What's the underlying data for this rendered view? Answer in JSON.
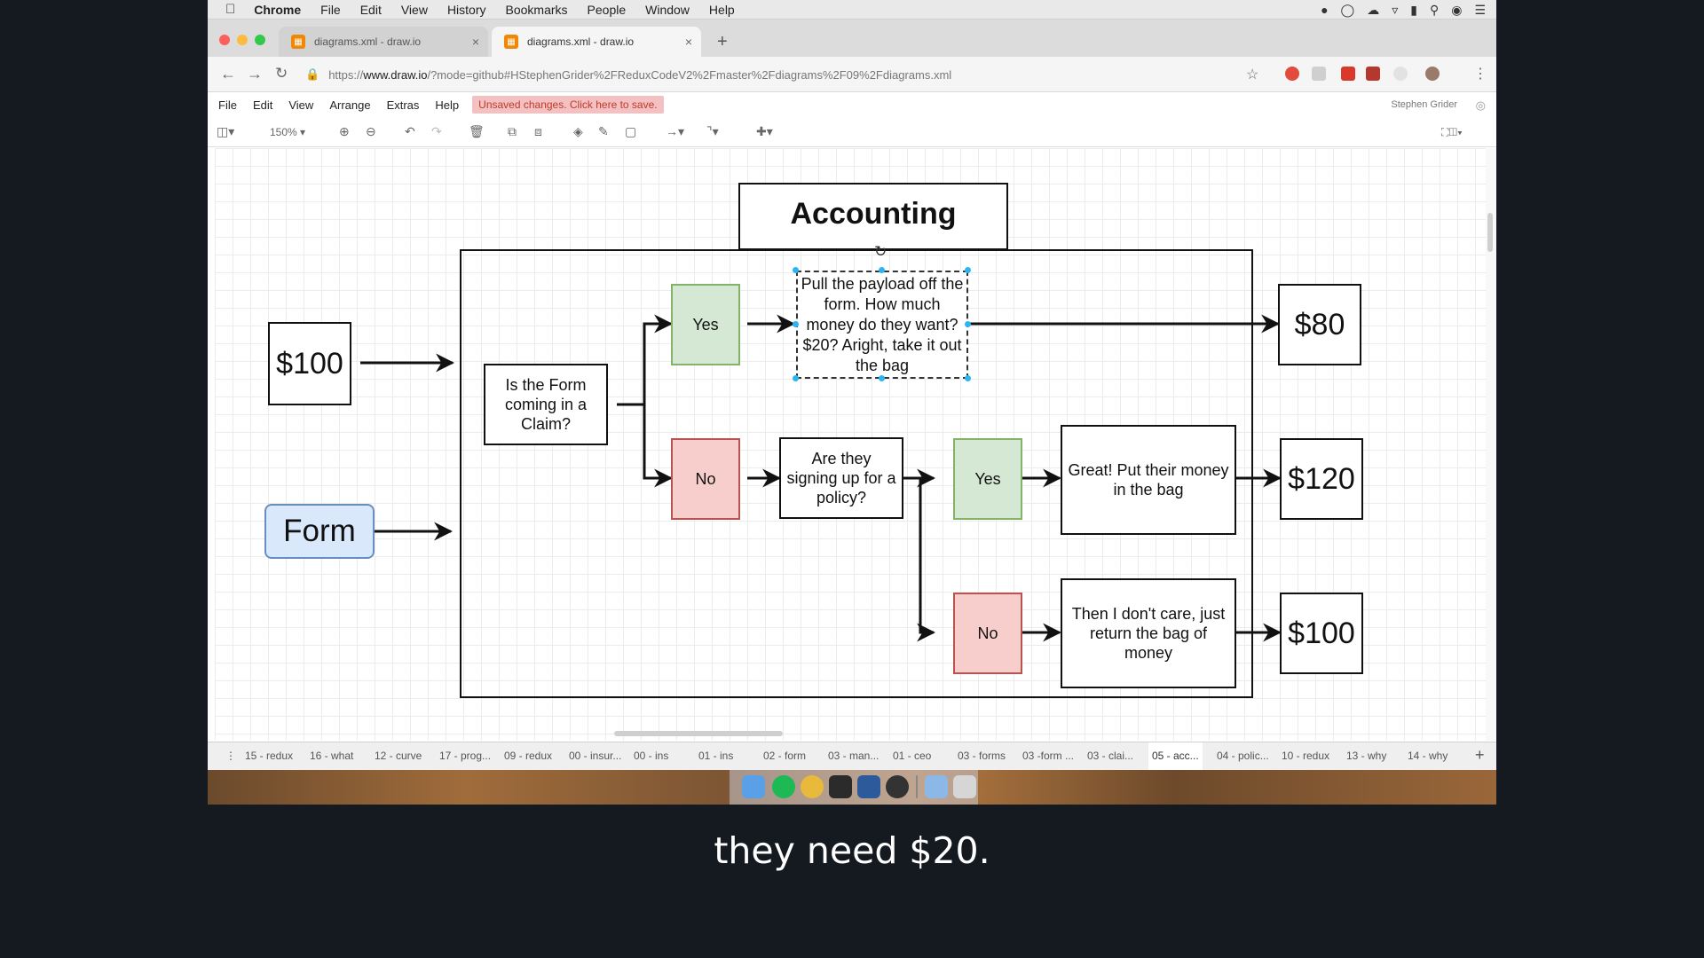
{
  "mac_menu": {
    "app": "Chrome",
    "items": [
      "File",
      "Edit",
      "View",
      "History",
      "Bookmarks",
      "People",
      "Window",
      "Help"
    ]
  },
  "browser": {
    "tabs": [
      {
        "title": "diagrams.xml - draw.io"
      },
      {
        "title": "diagrams.xml - draw.io"
      }
    ],
    "url_scheme": "https://",
    "url_host": "www.draw.io",
    "url_path": "/?mode=github#HStephenGrider%2FReduxCodeV2%2Fmaster%2Fdiagrams%2F09%2Fdiagrams.xml"
  },
  "drawio": {
    "menu": [
      "File",
      "Edit",
      "View",
      "Arrange",
      "Extras",
      "Help"
    ],
    "unsaved_notice": "Unsaved changes. Click here to save.",
    "user": "Stephen Grider",
    "zoom": "150%"
  },
  "diagram": {
    "title": "Accounting",
    "input_money": "$100",
    "input_form": "Form",
    "question_claim": "Is the Form coming in a Claim?",
    "yes1": "Yes",
    "no1": "No",
    "payload_text": "Pull the payload off the form.  How much money do they want? $20? Aright, take it out the bag",
    "out_80": "$80",
    "question_policy": "Are they signing up for a policy?",
    "yes2": "Yes",
    "no2": "No",
    "great_text": "Great! Put their money in the bag",
    "out_120": "$120",
    "dontcare_text": "Then I don't care, just return the bag of money",
    "out_100": "$100"
  },
  "page_tabs": [
    "15 - redux",
    "16 - what",
    "12 - curve",
    "17 - prog...",
    "09 - redux",
    "00 - insur...",
    "00 - ins",
    "01 - ins",
    "02 - form",
    "03 - man...",
    "01 - ceo",
    "03 - forms",
    "03 -form ...",
    "03 - clai...",
    "05 - acc...",
    "04 - polic...",
    "10 - redux",
    "13 - why",
    "14 - why"
  ],
  "active_page_tab_index": 14,
  "caption": "they need $20."
}
